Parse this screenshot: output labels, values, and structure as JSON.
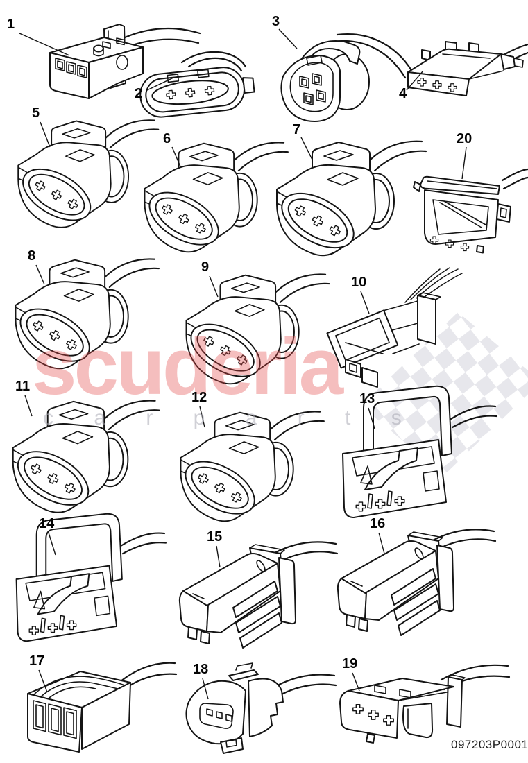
{
  "watermark": {
    "line1": "scuderia",
    "line2": "c a r p a r t s"
  },
  "footer": {
    "part_number": "097203P0001"
  },
  "colors": {
    "background": "#ffffff",
    "line_art": "#141414",
    "watermark_pink": "#e24a4a",
    "watermark_grey": "#aaaab4",
    "checker_grey": "#cfcfd8"
  },
  "callouts": [
    {
      "label": "1"
    },
    {
      "label": "2"
    },
    {
      "label": "3"
    },
    {
      "label": "4"
    },
    {
      "label": "5"
    },
    {
      "label": "6"
    },
    {
      "label": "7"
    },
    {
      "label": "8"
    },
    {
      "label": "9"
    },
    {
      "label": "10"
    },
    {
      "label": "11"
    },
    {
      "label": "12"
    },
    {
      "label": "13"
    },
    {
      "label": "14"
    },
    {
      "label": "15"
    },
    {
      "label": "16"
    },
    {
      "label": "17"
    },
    {
      "label": "18"
    },
    {
      "label": "19"
    },
    {
      "label": "20"
    }
  ]
}
